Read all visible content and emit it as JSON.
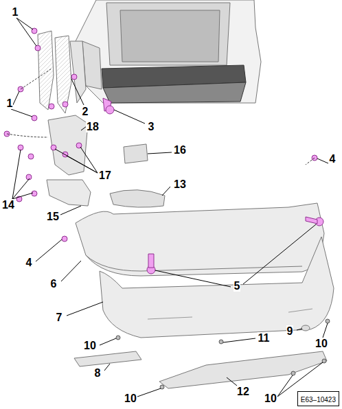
{
  "diagram": {
    "nodes": [
      {
        "text": [
          "E63–10423"
        ]
      }
    ],
    "labels": [
      "1",
      "1",
      "2",
      "3",
      "18",
      "16",
      "17",
      "4",
      "14",
      "13",
      "15",
      "4",
      "6",
      "5",
      "7",
      "9",
      "10",
      "10",
      "11",
      "8",
      "12",
      "10",
      "10"
    ]
  }
}
